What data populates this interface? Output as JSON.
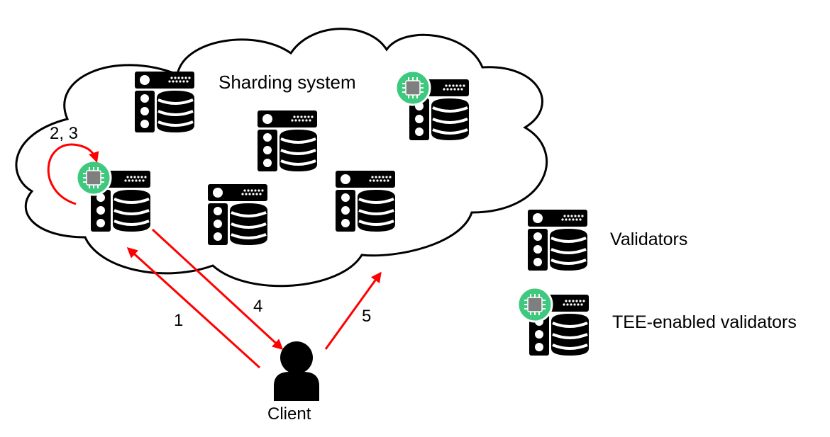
{
  "cloud_label": "Sharding system",
  "client_label": "Client",
  "legend": {
    "validators": "Validators",
    "tee_validators": "TEE-enabled validators"
  },
  "steps": {
    "s23": "2, 3",
    "s1": "1",
    "s4": "4",
    "s5": "5"
  },
  "colors": {
    "arrow": "#ff0000",
    "tee_badge": "#3ec97f",
    "chip": "#7f7f7f",
    "server": "#000000"
  },
  "icons": {
    "server": "server-database-icon",
    "tee_chip": "cpu-chip-icon",
    "client": "user-icon"
  }
}
